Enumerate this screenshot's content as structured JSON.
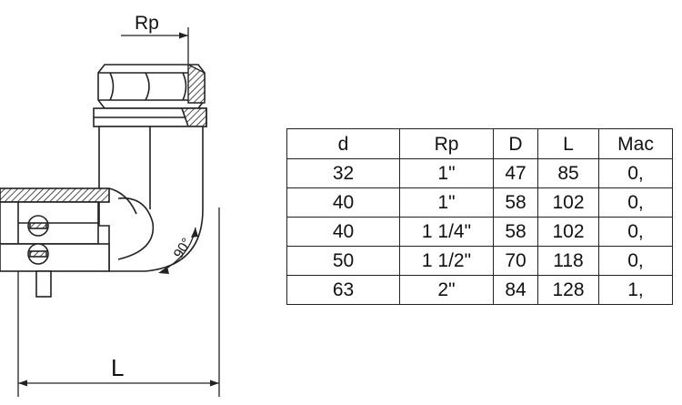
{
  "drawing": {
    "labels": {
      "rp": "Rp",
      "angle": "90°",
      "length": "L"
    }
  },
  "table": {
    "columns": [
      "d",
      "Rp",
      "D",
      "L",
      "Mac"
    ],
    "rows": [
      [
        "32",
        "1\"",
        "47",
        "85",
        "0,"
      ],
      [
        "40",
        "1\"",
        "58",
        "102",
        "0,"
      ],
      [
        "40",
        "1 1/4\"",
        "58",
        "102",
        "0,"
      ],
      [
        "50",
        "1 1/2\"",
        "70",
        "118",
        "0,"
      ],
      [
        "63",
        "2\"",
        "84",
        "128",
        "1,"
      ]
    ]
  }
}
